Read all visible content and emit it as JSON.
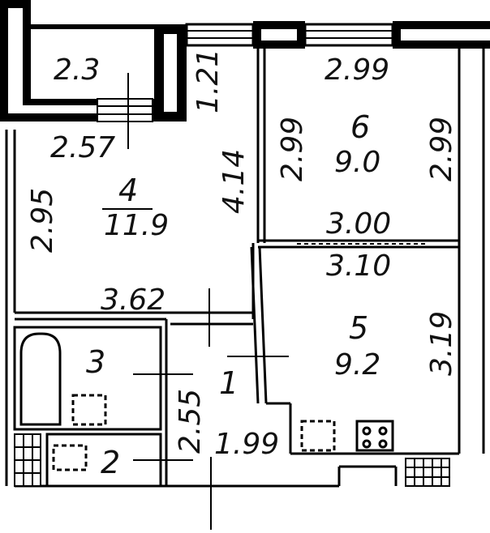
{
  "colors": {
    "wall": "#000000",
    "line": "#111111",
    "background": "#ffffff"
  },
  "rooms": [
    {
      "number": "4",
      "area": "11.9"
    },
    {
      "number": "6",
      "area": "9.0"
    },
    {
      "number": "5",
      "area": "9.2"
    },
    {
      "number": "3",
      "area": ""
    },
    {
      "number": "2",
      "area": ""
    },
    {
      "number": "1",
      "area": ""
    }
  ],
  "dimensions": {
    "balcony_width": "2.3",
    "balcony_depth": "1.21",
    "balcony_bottom": "2.57",
    "room4_side": "2.95",
    "room4_right": "4.14",
    "room4_bottom": "3.62",
    "room6_top": "2.99",
    "room6_left": "2.99",
    "room6_right": "2.99",
    "room6_bottom": "3.00",
    "room5_top": "3.10",
    "room5_right": "3.19",
    "hall_side": "2.55",
    "hall_bottom": "1.99"
  }
}
